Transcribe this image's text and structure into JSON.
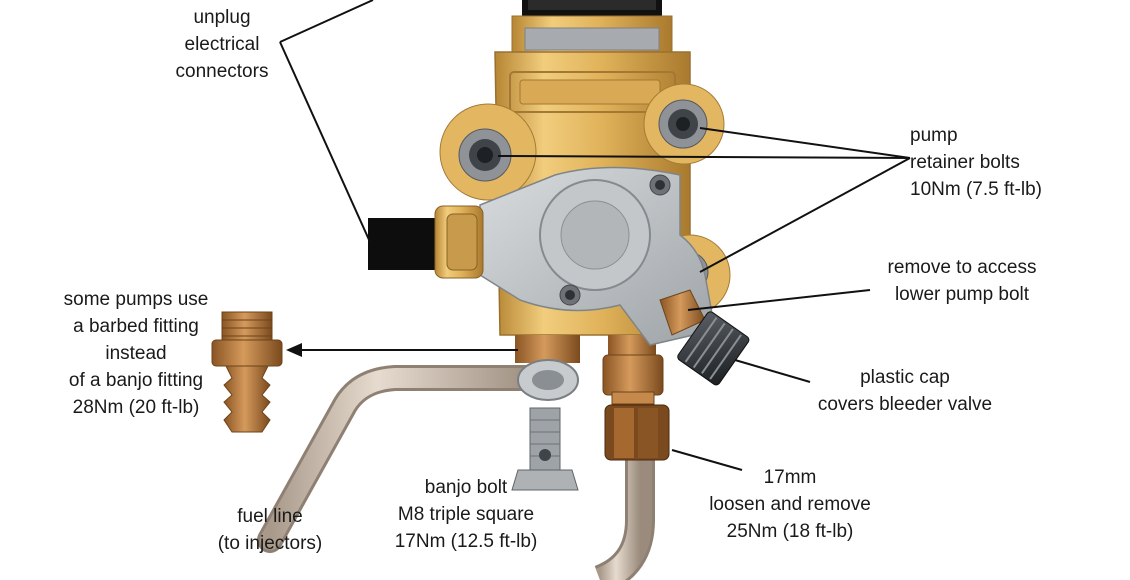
{
  "labels": {
    "electrical": [
      "unplug",
      "electrical",
      "connectors"
    ],
    "retainer": [
      "pump",
      "retainer bolts",
      "10Nm (7.5 ft-lb)"
    ],
    "access": [
      "remove to access",
      "lower pump bolt"
    ],
    "cap": [
      "plastic cap",
      "covers bleeder valve"
    ],
    "barbed": [
      "some pumps use",
      "a barbed fitting",
      "instead",
      "of a banjo fitting",
      "28Nm (20 ft-lb)"
    ],
    "fuel_line": [
      "fuel line",
      "(to injectors)"
    ],
    "banjo": [
      "banjo bolt",
      "M8 triple square",
      "17Nm (12.5 ft-lb)"
    ],
    "nut": [
      "17mm",
      "loosen and remove",
      "25Nm (18 ft-lb)"
    ]
  },
  "colors": {
    "pump_body": "#e2b45a",
    "pump_shadow": "#b8893a",
    "housing_gray": "#b4b8bb",
    "bolt_dark": "#4a4f55",
    "connector": "#0d0d0d",
    "fuel_pipe": "#cfc0b0",
    "brass": "#b8763a",
    "leader_line": "#111111"
  }
}
